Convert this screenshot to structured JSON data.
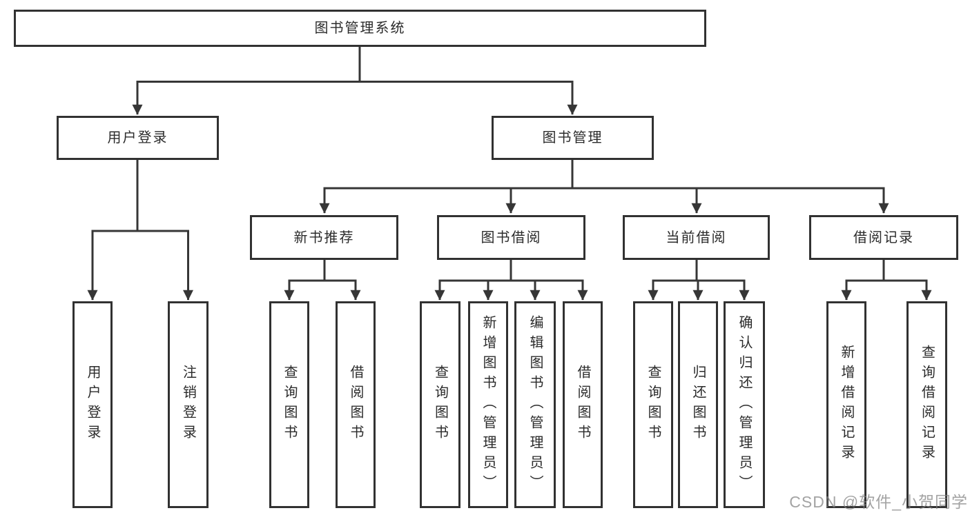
{
  "diagram_type": "functional-structure-tree",
  "colors": {
    "background": "#ffffff",
    "box_fill": "#ffffff",
    "box_border": "#313131",
    "connector_line": "#363636",
    "text": "#2b2b2b",
    "watermark": "#9a9a9a"
  },
  "watermark": "CSDN @软件_小贺同学",
  "tree": {
    "root": {
      "label": "图书管理系统"
    },
    "branches": [
      {
        "label": "用户登录",
        "children": [
          {
            "label": "用户登录"
          },
          {
            "label": "注销登录"
          }
        ]
      },
      {
        "label": "图书管理",
        "children": [
          {
            "label": "新书推荐",
            "children": [
              {
                "label": "查询图书"
              },
              {
                "label": "借阅图书"
              }
            ]
          },
          {
            "label": "图书借阅",
            "children": [
              {
                "label": "查询图书"
              },
              {
                "label": "新增图书（管理员）"
              },
              {
                "label": "编辑图书（管理员）"
              },
              {
                "label": "借阅图书"
              }
            ]
          },
          {
            "label": "当前借阅",
            "children": [
              {
                "label": "查询图书"
              },
              {
                "label": "归还图书"
              },
              {
                "label": "确认归还（管理员）"
              }
            ]
          },
          {
            "label": "借阅记录",
            "children": [
              {
                "label": "新增借阅记录"
              },
              {
                "label": "查询借阅记录"
              }
            ]
          }
        ]
      }
    ]
  }
}
